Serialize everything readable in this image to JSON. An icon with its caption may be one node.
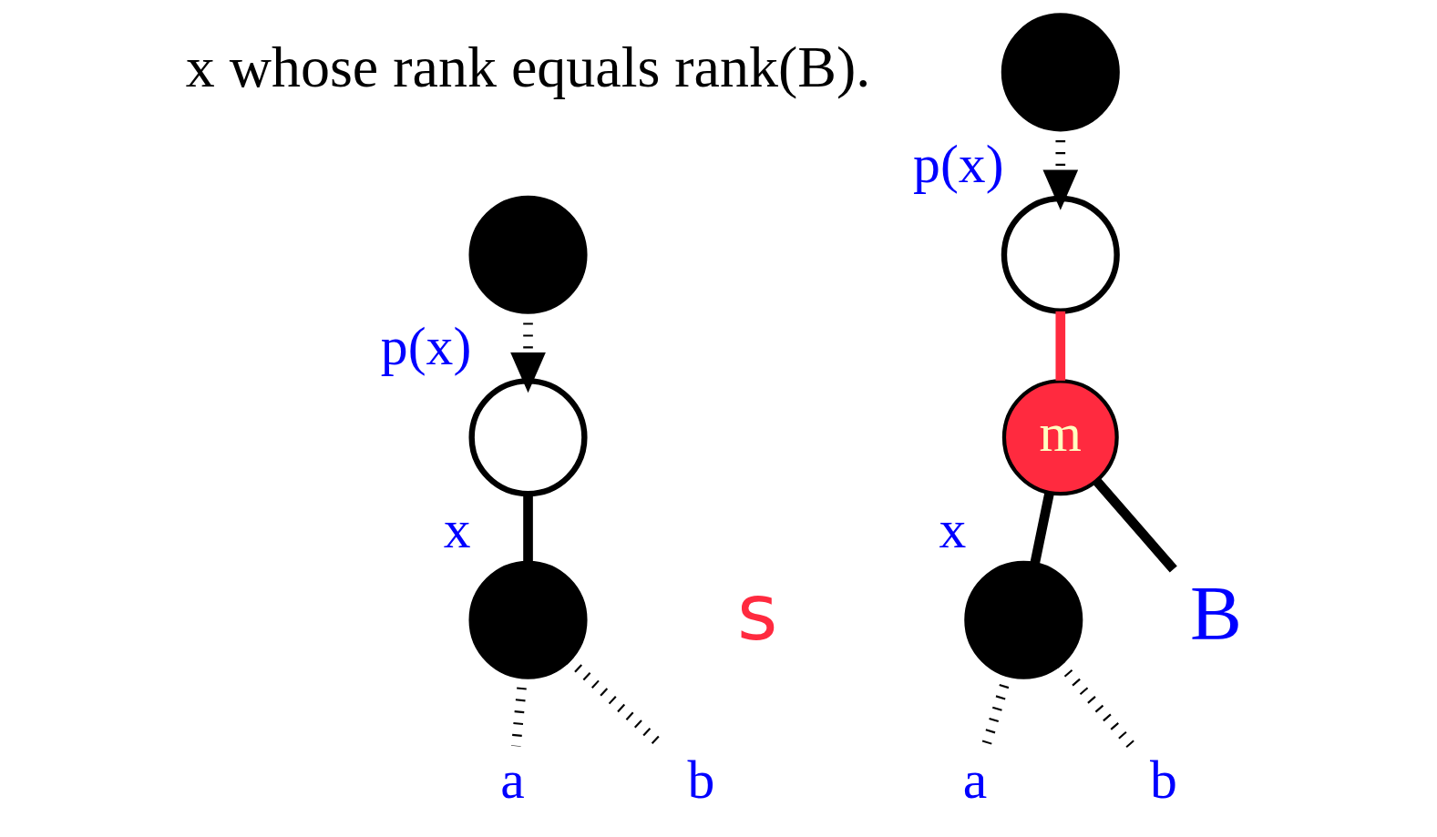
{
  "diagram": {
    "nodes": [
      {
        "text": [],
        "shape": "circle"
      },
      {
        "text": [],
        "shape": "circle",
        "beside": [
          "p(x)"
        ]
      },
      {
        "text": [],
        "shape": "circle",
        "beside": [
          "x"
        ]
      },
      {
        "text": [
          "a"
        ]
      },
      {
        "text": [
          "b"
        ]
      },
      {
        "text": [],
        "shape": "circle"
      },
      {
        "text": [],
        "shape": "circle",
        "beside": [
          "p(x)"
        ]
      },
      {
        "text": [
          "m"
        ]
      },
      {
        "text": [],
        "shape": "circle",
        "beside": [
          "x"
        ]
      },
      {
        "text": [
          "B"
        ]
      },
      {
        "text": [
          "a"
        ]
      },
      {
        "text": [
          "b"
        ]
      }
    ],
    "edges": [
      {
        "from": 0,
        "to": 1,
        "arrow": "to",
        "style": "dashed"
      },
      {
        "from": 1,
        "to": 2,
        "arrow": "none"
      },
      {
        "from": 2,
        "to": 3,
        "arrow": "none",
        "style": "dashed"
      },
      {
        "from": 2,
        "to": 4,
        "arrow": "none",
        "style": "dashed"
      },
      {
        "from": 5,
        "to": 6,
        "arrow": "to",
        "style": "dashed"
      },
      {
        "from": 6,
        "to": 7,
        "arrow": "none",
        "color": "#ff2a3f"
      },
      {
        "from": 7,
        "to": 8,
        "arrow": "none"
      },
      {
        "from": 7,
        "to": 9,
        "arrow": "none"
      },
      {
        "from": 8,
        "to": 10,
        "arrow": "none",
        "style": "dashed"
      },
      {
        "from": 8,
        "to": 11,
        "arrow": "none",
        "style": "dashed"
      }
    ],
    "labels": [
      "x whose rank equals rank(B).",
      "s"
    ]
  }
}
